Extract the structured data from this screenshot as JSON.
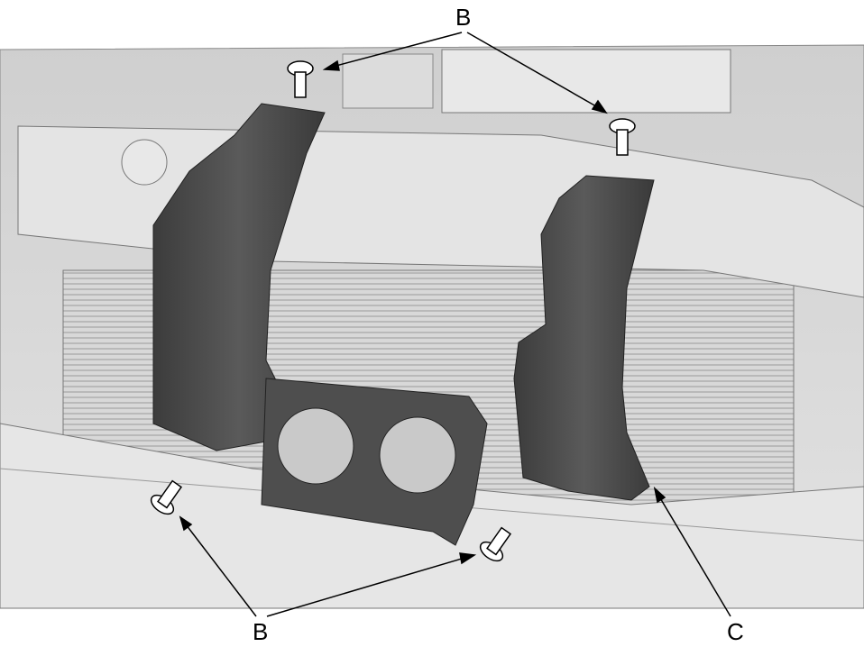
{
  "callouts": {
    "top_label": "B",
    "bottom_left_label": "B",
    "bottom_right_label": "C"
  },
  "colors": {
    "background": "#ffffff",
    "engine_bay": "#d4d4d4",
    "bracket": "#4a4a4a",
    "line": "#000000"
  }
}
